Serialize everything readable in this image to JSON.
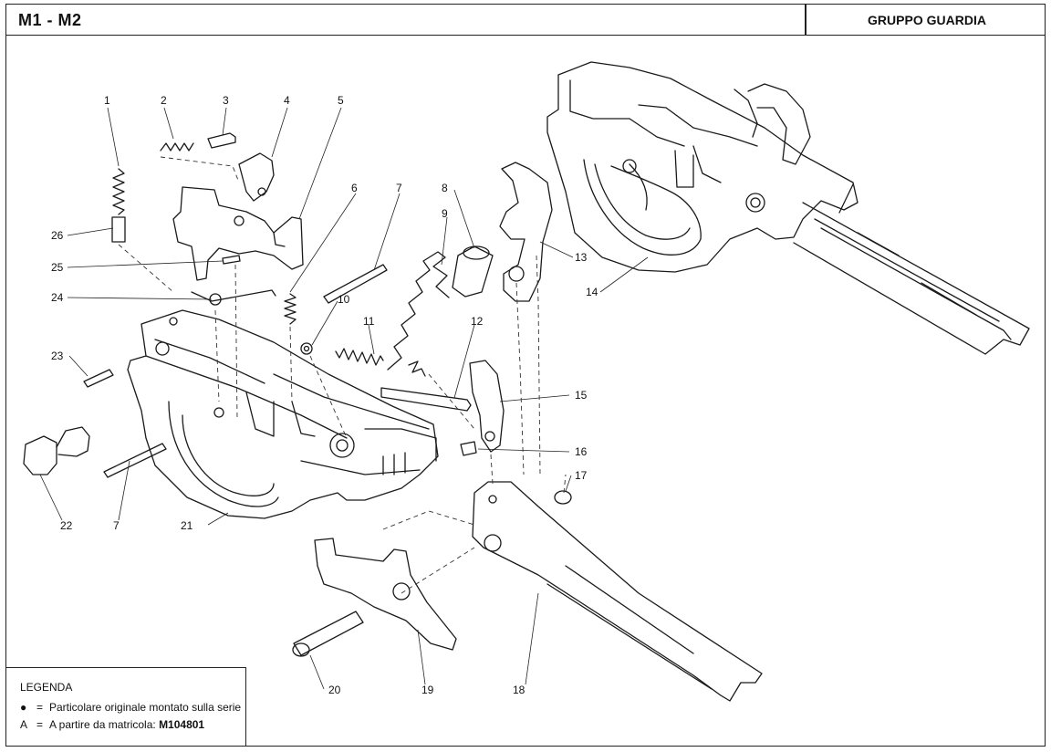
{
  "header": {
    "model": "M1 - M2",
    "group": "GRUPPO GUARDIA"
  },
  "callouts": [
    "1",
    "2",
    "3",
    "4",
    "5",
    "6",
    "7",
    "8",
    "9",
    "10",
    "11",
    "12",
    "13",
    "14",
    "15",
    "16",
    "17",
    "18",
    "19",
    "20",
    "21",
    "22",
    "7",
    "23",
    "24",
    "25",
    "26"
  ],
  "legend": {
    "title": "LEGENDA",
    "rows": [
      {
        "key": "●",
        "eq": "=",
        "text": "Particolare originale montato sulla serie",
        "bold": ""
      },
      {
        "key": "A",
        "eq": "=",
        "text": "A partire da matricola: ",
        "bold": "M104801"
      }
    ]
  }
}
